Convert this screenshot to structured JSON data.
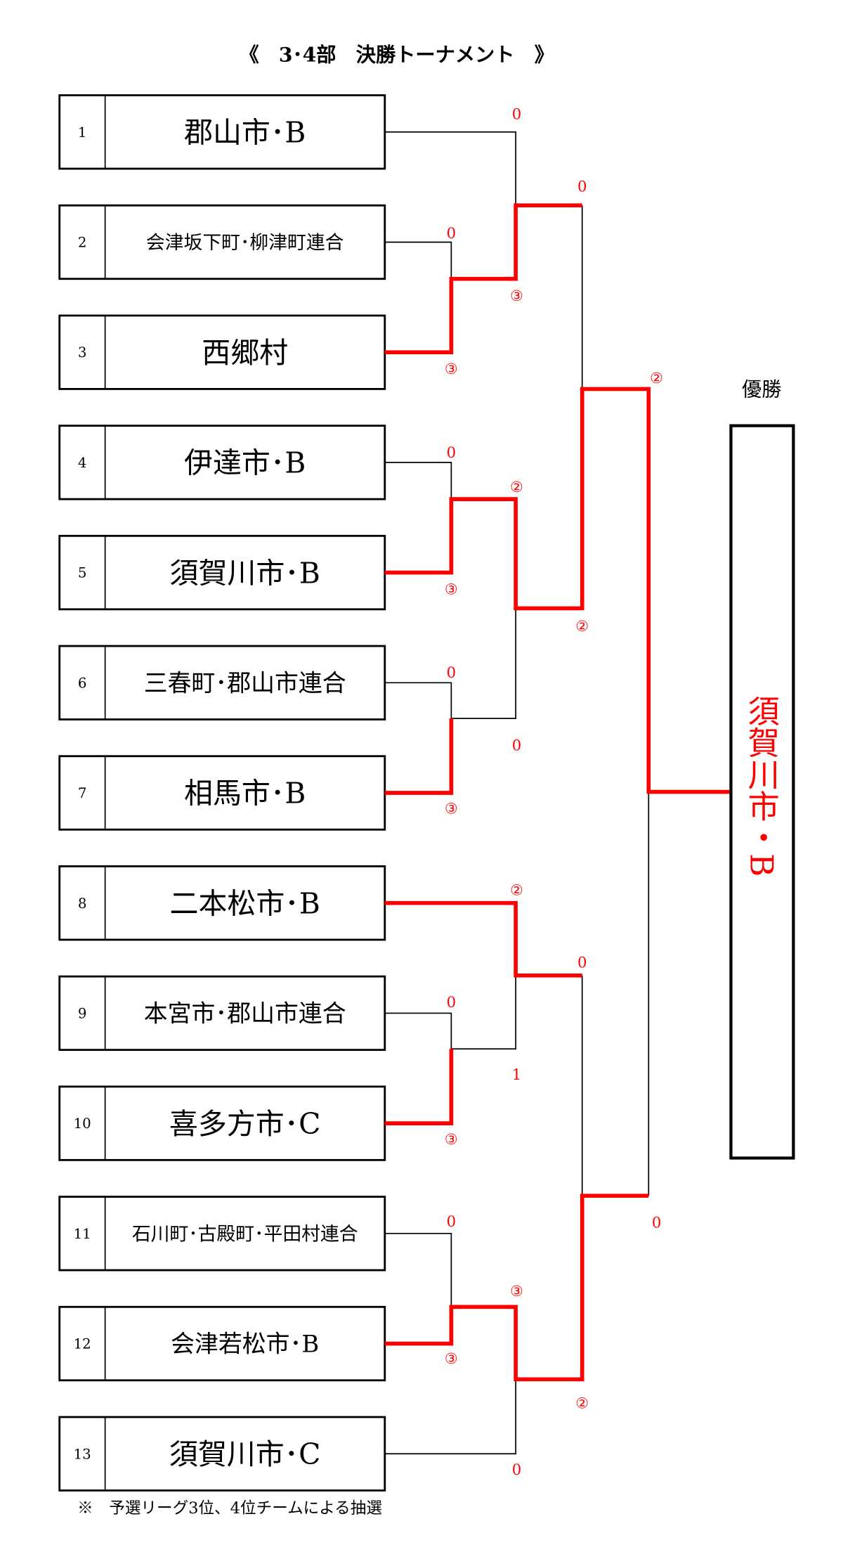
{
  "title": "《　3･4部　決勝トーナメント　》",
  "champion_label": "優勝",
  "champion": "須賀川市・B",
  "footnote": "※　予選リーグ3位、4位チームによる抽選",
  "colors": {
    "win": "#ff0000",
    "line": "#000000"
  },
  "teams": [
    {
      "seed": "1",
      "name": "郡山市･B"
    },
    {
      "seed": "2",
      "name": "会津坂下町･柳津町連合"
    },
    {
      "seed": "3",
      "name": "西郷村"
    },
    {
      "seed": "4",
      "name": "伊達市･B"
    },
    {
      "seed": "5",
      "name": "須賀川市･B"
    },
    {
      "seed": "6",
      "name": "三春町･郡山市連合"
    },
    {
      "seed": "7",
      "name": "相馬市･B"
    },
    {
      "seed": "8",
      "name": "二本松市･B"
    },
    {
      "seed": "9",
      "name": "本宮市･郡山市連合"
    },
    {
      "seed": "10",
      "name": "喜多方市･C"
    },
    {
      "seed": "11",
      "name": "石川町･古殿町･平田村連合"
    },
    {
      "seed": "12",
      "name": "会津若松市･B"
    },
    {
      "seed": "13",
      "name": "須賀川市･C"
    }
  ],
  "scores": [
    "0",
    "0",
    "③",
    "0",
    "③",
    "②",
    "0",
    "②",
    "③",
    "②",
    "0",
    "0",
    "③",
    "②",
    "0",
    "0",
    "1",
    "③",
    "0",
    "0",
    "③",
    "③",
    "②",
    "0"
  ]
}
